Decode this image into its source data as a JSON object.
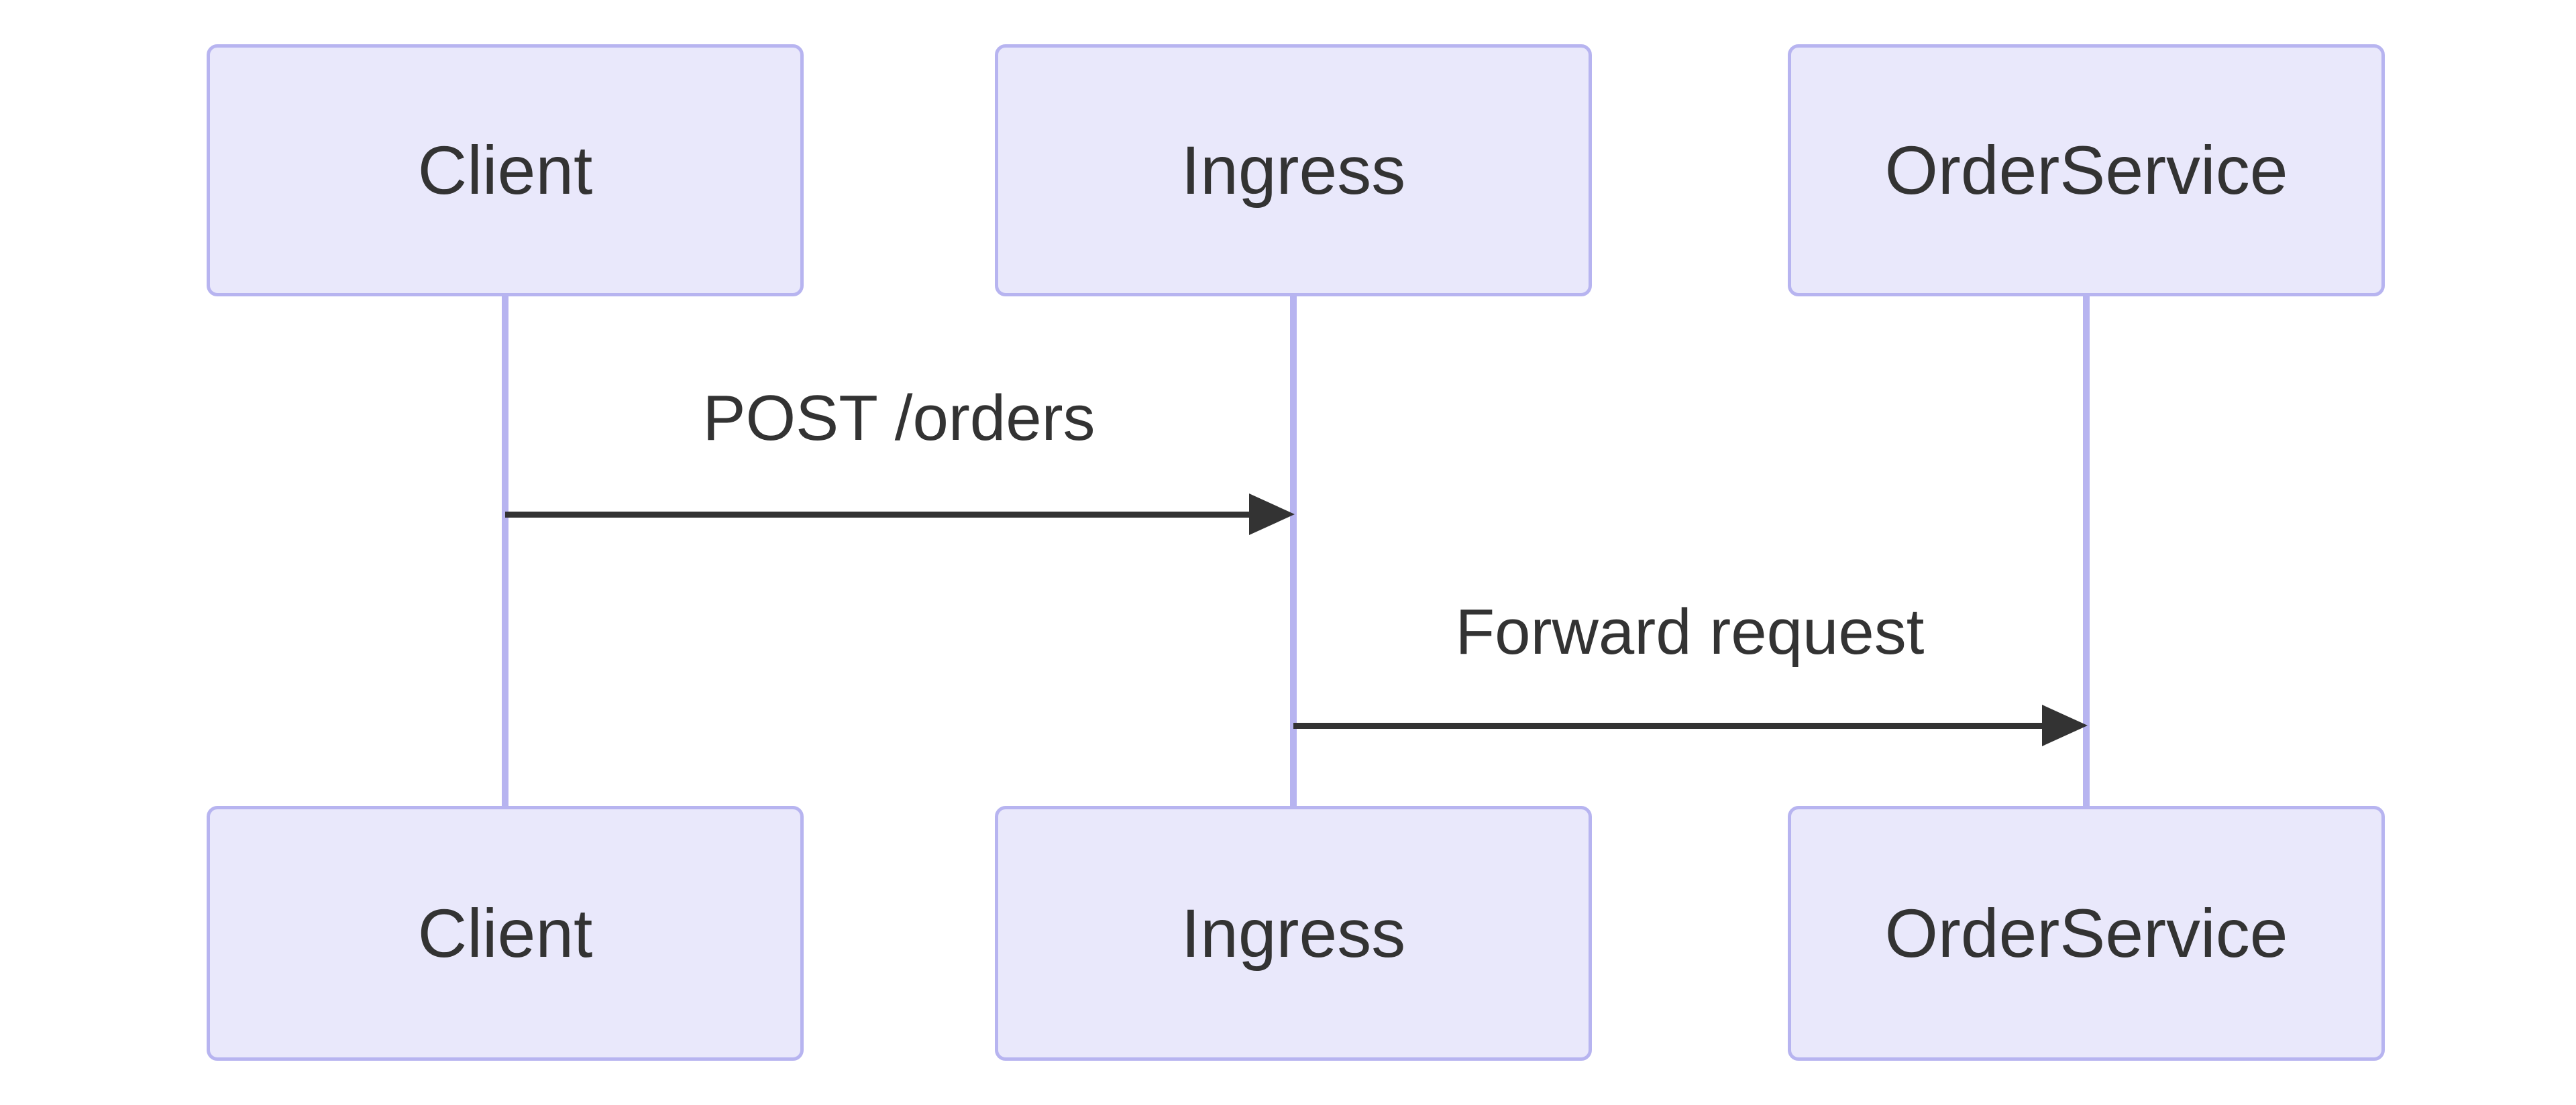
{
  "diagram": {
    "type": "sequence-diagram",
    "actors": [
      {
        "id": "client",
        "label": "Client"
      },
      {
        "id": "ingress",
        "label": "Ingress"
      },
      {
        "id": "orderservice",
        "label": "OrderService"
      }
    ],
    "messages": [
      {
        "from": "client",
        "to": "ingress",
        "label": "POST /orders",
        "arrow": "solid-filled-head"
      },
      {
        "from": "ingress",
        "to": "orderservice",
        "label": "Forward request",
        "arrow": "solid-filled-head"
      }
    ],
    "colors": {
      "actor_fill": "#e9e8fb",
      "actor_border": "#b7b4f0",
      "lifeline": "#b7b4f0",
      "signal": "#333333",
      "text": "#333333",
      "background": "#ffffff"
    }
  }
}
